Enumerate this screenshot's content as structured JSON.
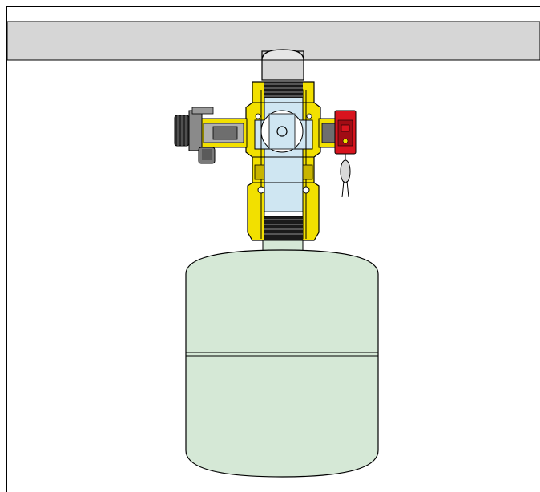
{
  "diagram": {
    "components": [
      {
        "id": "ceiling-pipe",
        "kind": "pipe"
      },
      {
        "id": "valve-body",
        "kind": "brass-fitting"
      },
      {
        "id": "left-valve",
        "kind": "shutoff-valve"
      },
      {
        "id": "right-valve",
        "kind": "safety-valve"
      },
      {
        "id": "expansion-tank",
        "kind": "vessel"
      }
    ],
    "colors": {
      "background": "#ffffff",
      "frame": "#000000",
      "pipe_band": "#d6d6d6",
      "brass": "#f2e000",
      "brass_dark": "#c8b400",
      "water": "#cfe6f2",
      "tank": "#d5e8d6",
      "safety_valve": "#d8141e",
      "valve_grey": "#6e6e6e",
      "thread": "#1a1a1a"
    }
  }
}
